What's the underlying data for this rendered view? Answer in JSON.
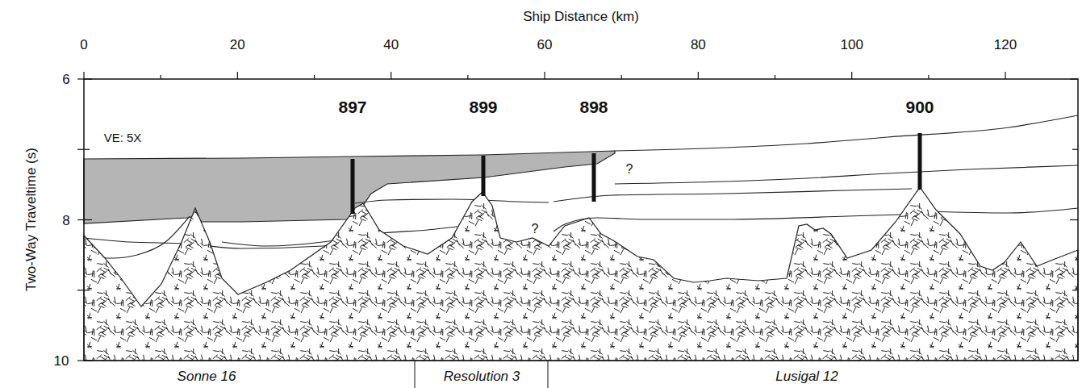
{
  "diagram": {
    "labels": [
      "Ship Distance (km)",
      "0",
      "20",
      "40",
      "60",
      "80",
      "100",
      "120",
      "Two-Way Traveltime (s)",
      "6",
      "8",
      "10",
      "897",
      "899",
      "898",
      "900",
      "VE: 5X",
      "?",
      "?",
      "Sonne 16",
      "Resolution 3",
      "Lusigal 12"
    ]
  }
}
